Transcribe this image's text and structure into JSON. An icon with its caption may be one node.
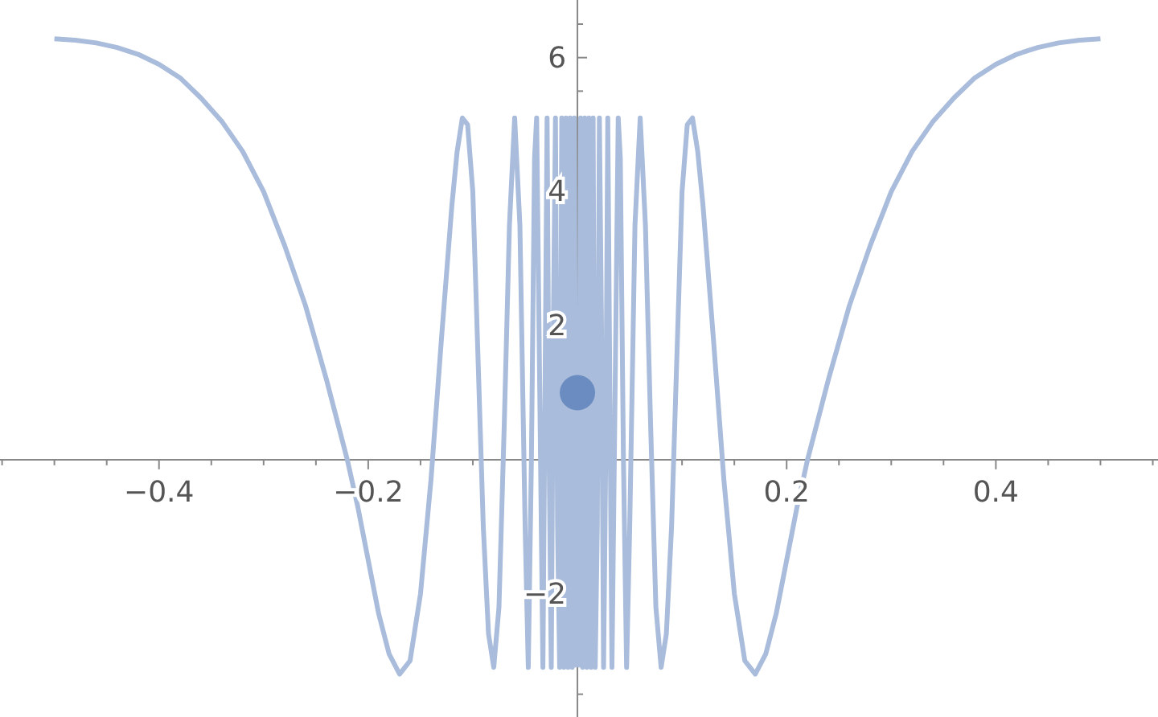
{
  "diagram": {
    "chart_data": {
      "type": "line",
      "x": [
        -0.5,
        -0.48,
        -0.46,
        -0.44,
        -0.42,
        -0.4,
        -0.38,
        -0.36,
        -0.34,
        -0.32,
        -0.3,
        -0.28,
        -0.26,
        -0.24,
        -0.22,
        -0.21,
        -0.2,
        -0.19,
        -0.18,
        -0.17,
        -0.16,
        -0.15,
        -0.14,
        -0.13,
        -0.12,
        -0.115,
        -0.11,
        -0.105,
        -0.1,
        -0.095,
        -0.09,
        -0.085,
        -0.08,
        -0.075,
        -0.07,
        -0.065,
        -0.06,
        -0.055,
        -0.05,
        -0.047,
        -0.044,
        -0.041,
        -0.039,
        -0.036,
        -0.033,
        -0.031,
        -0.029,
        -0.027,
        -0.025,
        -0.023,
        -0.021,
        -0.019,
        -0.017,
        -0.015,
        -0.013,
        -0.011,
        -0.009,
        -0.007,
        -0.005,
        -0.003,
        -0.001,
        0,
        0.001,
        0.003,
        0.005,
        0.007,
        0.009,
        0.011,
        0.013,
        0.015,
        0.017,
        0.019,
        0.021,
        0.023,
        0.025,
        0.027,
        0.029,
        0.031,
        0.033,
        0.036,
        0.039,
        0.041,
        0.044,
        0.047,
        0.05,
        0.055,
        0.06,
        0.065,
        0.07,
        0.075,
        0.08,
        0.085,
        0.09,
        0.095,
        0.1,
        0.105,
        0.11,
        0.115,
        0.12,
        0.13,
        0.14,
        0.15,
        0.16,
        0.17,
        0.18,
        0.19,
        0.2,
        0.21,
        0.22,
        0.24,
        0.26,
        0.28,
        0.3,
        0.32,
        0.34,
        0.36,
        0.38,
        0.4,
        0.42,
        0.44,
        0.46,
        0.48,
        0.5
      ],
      "series": [
        {
          "color": "#a9bcdb",
          "values": [
            6.28,
            6.26,
            6.22,
            6.15,
            6.05,
            5.9,
            5.7,
            5.4,
            5.05,
            4.6,
            4.0,
            3.2,
            2.3,
            1.2,
            0,
            -0.7,
            -1.5,
            -2.3,
            -2.9,
            -3.2,
            -3,
            -2,
            -0.3,
            1.8,
            3.8,
            4.6,
            5.1,
            5.0,
            4,
            1.5,
            -1,
            -2.6,
            -3.1,
            -2.2,
            0.5,
            3.5,
            5.1,
            3.5,
            -1,
            -3.1,
            0,
            4.5,
            5.1,
            1,
            -3.1,
            1,
            5.1,
            0,
            -3.1,
            2,
            5.1,
            -1,
            -3.1,
            5.1,
            -3.1,
            5.1,
            -3.1,
            5.1,
            -3.1,
            5.1,
            -3.1,
            null,
            -3.1,
            5.1,
            -3.1,
            5.1,
            -3.1,
            5.1,
            -3.1,
            5.1,
            -3.1,
            -1,
            5.1,
            2,
            -3.1,
            0,
            5.1,
            1,
            -3.1,
            1,
            5.1,
            4.5,
            0,
            -3.1,
            -1,
            3.5,
            5.1,
            3.5,
            0.5,
            -2.2,
            -3.1,
            -2.6,
            -1,
            1.5,
            4,
            5.0,
            5.1,
            4.6,
            3.8,
            1.8,
            -0.3,
            -2,
            -3,
            -3.2,
            -2.9,
            -2.3,
            -1.5,
            -0.7,
            0,
            1.2,
            2.3,
            3.2,
            4.0,
            4.6,
            5.05,
            5.4,
            5.7,
            5.9,
            6.05,
            6.15,
            6.22,
            6.26,
            6.28
          ]
        },
        {
          "color": "#5b80b9",
          "marker": "circle",
          "values": [
            null,
            null,
            null,
            null,
            null,
            null,
            null,
            null,
            null,
            null,
            null,
            null,
            null,
            null,
            null,
            null,
            null,
            null,
            null,
            null,
            null,
            null,
            null,
            null,
            null,
            null,
            null,
            null,
            null,
            null,
            null,
            null,
            null,
            null,
            null,
            null,
            null,
            null,
            null,
            null,
            null,
            null,
            null,
            null,
            null,
            null,
            null,
            null,
            null,
            null,
            null,
            null,
            null,
            null,
            null,
            null,
            null,
            null,
            null,
            null,
            null,
            1,
            null,
            null,
            null,
            null,
            null,
            null,
            null,
            null,
            null,
            null,
            null,
            null,
            null,
            null,
            null,
            null,
            null,
            null,
            null,
            null,
            null,
            null,
            null,
            null,
            null,
            null,
            null,
            null,
            null,
            null,
            null,
            null,
            null,
            null,
            null,
            null,
            null,
            null,
            null,
            null,
            null,
            null,
            null,
            null,
            null,
            null,
            null,
            null,
            null,
            null,
            null,
            null,
            null,
            null,
            null,
            null,
            null,
            null,
            null,
            null,
            null
          ]
        }
      ],
      "xlim": [
        -0.552,
        0.555
      ],
      "ylim": [
        -3.84,
        6.86
      ],
      "xticks": [
        {
          "value": -0.4,
          "label": "−0.4"
        },
        {
          "value": -0.2,
          "label": "−0.2"
        },
        0.2,
        0.4
      ],
      "yticks": [
        {
          "value": -2,
          "label": "−2"
        },
        2,
        4,
        6
      ]
    }
  }
}
